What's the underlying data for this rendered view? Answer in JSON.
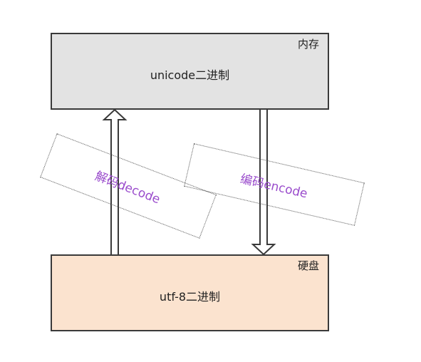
{
  "memory": {
    "corner_label": "内存",
    "content_label": "unicode二进制",
    "fill": "#e3e3e3"
  },
  "disk": {
    "corner_label": "硬盘",
    "content_label": "utf-8二进制",
    "fill": "#fbe3cf"
  },
  "decode_note": {
    "label": "解码decode"
  },
  "encode_note": {
    "label": "编码encode"
  },
  "colors": {
    "note_text": "#9a4ccc",
    "stroke": "#3a3a3a"
  }
}
